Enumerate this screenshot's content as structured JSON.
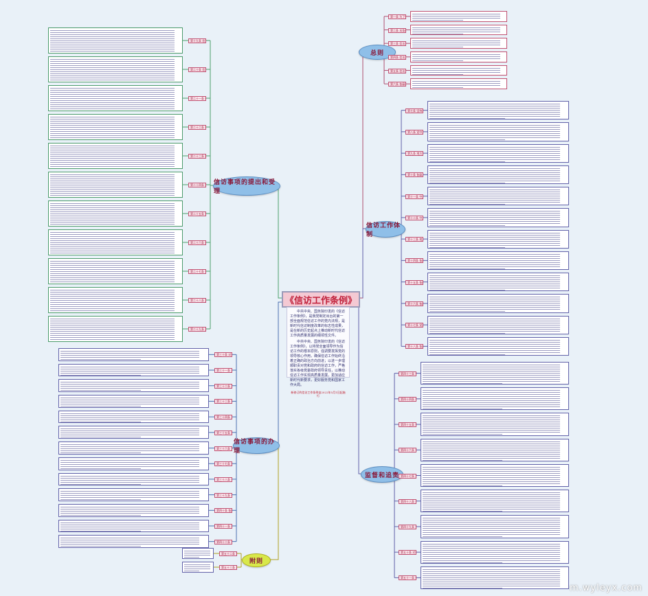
{
  "title": "《信访工作条例》",
  "intro": {
    "paragraphs": [
      "中共中央、国务院印发的《信访工作条例》，是我党制定出台的第一部全面规范信访工作的党内法规，是新时代信访制度改革的标志性成果，是在新的历史起点上推动新时代信访工作高质量发展的纲领性文件。",
      "中共中央、国务院印发的《信访工作条例》，以将党全面领导作为信访工作的根本原则，强调要发挥党的领导核心作用，确保信访工作始终沿着正确的政治方向前进；以进一步理顺职责对党和政府的信访工作，严格落实各级党委政府领导责任，以推动信访工作实现高质量发展，更加适应新时代新要求，更好服务党和国家工作大局。"
    ],
    "note": "新修订的信访工作条例自2022年5月1日起施行"
  },
  "branches": [
    {
      "id": "general",
      "label": "总则",
      "leaves": [
        "第一条 为了坚持和加强党对信访工作的全面领导",
        "第二条 本条例适用于各级党的机关、人大机关、行政机关",
        "第三条 信访工作是党的群众工作的重要组成部分",
        "第四条 信访工作坚持以习近平新时代中国特色社会主义思想为指导",
        "第五条 信访工作应当遵循下列原则",
        "第六条 各级机关、单位应当畅通信访渠道"
      ]
    },
    {
      "id": "system",
      "label": "信访工作体制",
      "leaves": [
        "第七条 坚持和加强党对信访工作的全面领导",
        "第八条 党中央加强对信访工作的统一领导",
        "第九条 地方党委领导本地区信访工作",
        "第十条 各级人民政府应当贯彻落实",
        "第十一条 中央信访工作联席会议",
        "第十二条 中央信访工作联席会议主要职责",
        "第十三条 地方各级信访工作联席会议",
        "第十四条 各级党委和政府信访部门",
        "第十五条 各级党委和政府信访部门主要职责",
        "第十六条 各级党委和政府以外的其他机关、单位",
        "第十七条 党委和政府信访部门以外的其他机关、单位",
        "第十八条 各级机关、单位应当建立健全信访工作制度"
      ]
    },
    {
      "id": "supervision",
      "label": "监督和追责",
      "leaves": [
        "第四十三条 各级党委和政府信访部门对开展信访工作",
        "第四十四条 各级党委和政府信访部门应当",
        "第四十五条 各级党委和政府信访部门应当提出改进建议",
        "第四十六条 各级党委和政府信访部门应当向",
        "第四十七条 对在信访工作中推诿、敷衍、拖延",
        "第四十八条 对在信访工作中违反规定的",
        "第四十九条 对在信访工作中作出优异成绩的",
        "第五十条 对信访人违反规定的",
        "第五十一条 信访人捏造歪曲事实的"
      ]
    },
    {
      "id": "submission",
      "label": "信访事项的提出和受理",
      "leaves": [
        "第十九条 信访人一般应当采用书信、电子邮件、网上信访",
        "第二十条 信访人采用走访形式提出信访事项",
        "第二十一条 信访人提出信访事项应当客观真实",
        "第二十二条 各级机关、单位应当落实属地责任",
        "第二十三条 信访人可以委托代理人",
        "第二十四条 信访人提出信访事项",
        "第二十五条 各级党委和政府信访部门收到信访事项",
        "第二十六条 信访人在信访过程中应当遵守法律",
        "第二十七条 各级机关、单位应当保护信访人",
        "第二十八条 涉及国家秘密、商业秘密、个人隐私",
        "第二十九条 对可能造成社会影响的重大、紧急信访事项"
      ]
    },
    {
      "id": "handling",
      "label": "信访事项的办理",
      "leaves": [
        "第三十条 对信访人反映的情况、提出的建议、意见",
        "第三十一条 对信访人提出的检举控告类事项",
        "第三十二条 对信访人提出的申诉求决类事项",
        "第三十三条 各级机关、单位在处理申诉求决类事项",
        "第三十四条 对信访人提出的申诉求决类事项",
        "第三十五条 信访人对信访处理意见不服的",
        "第三十六条 复查机关应当自收到复查请求之日起",
        "第三十七条 信访人对复查意见不服的",
        "第三十八条 各级机关、单位应当坚持社会矛盾纠纷多元预防调处化解",
        "第三十九条 各级机关、单位应当建立健全",
        "第四十条 各级党委和政府信访部门",
        "第四十一条 各级机关、单位应当加强对",
        "第四十二条 各级机关、单位应当将"
      ]
    },
    {
      "id": "supplementary",
      "label": "附则",
      "leaves": [
        "第五十二条 军队信访工作按照中央军事委员会有关规定执行",
        "第五十三条 本条例自2022年5月1日起施行"
      ]
    }
  ],
  "watermark": "m.wyleyx.com",
  "colors": {
    "background": "#e9f1f8",
    "node": "#8fbfe8",
    "title_text": "#c0203a",
    "wire_right": "#b05070",
    "wire_left": "#4aa06a"
  }
}
